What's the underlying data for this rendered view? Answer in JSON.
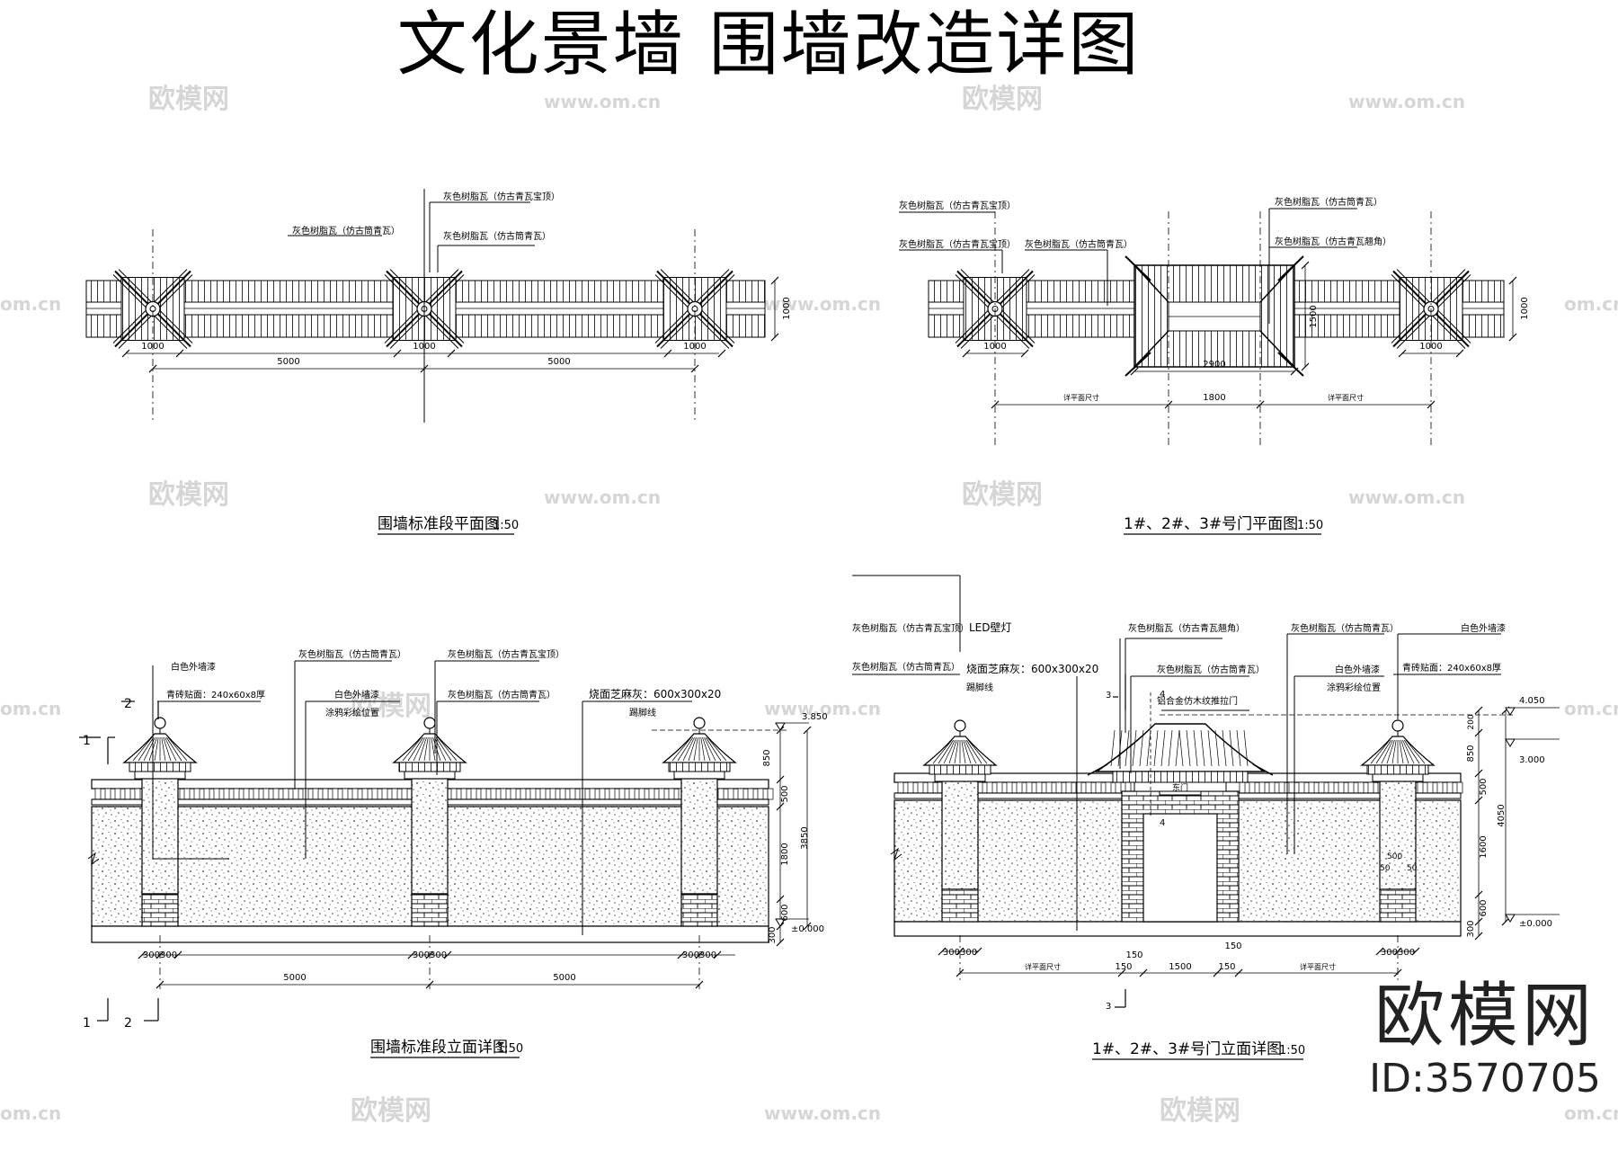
{
  "title": "文化景墙  围墙改造详图",
  "watermarks": {
    "brand": "欧模网",
    "url": "www.om.cn",
    "url_short": "om.cn"
  },
  "brand": {
    "name": "欧模网",
    "id": "ID:3570705"
  },
  "plan_standard": {
    "caption": "围墙标准段平面图",
    "scale": "1:50",
    "labels": {
      "top": "灰色树脂瓦（仿古青瓦宝顶）",
      "mid_left": "灰色树脂瓦（仿古筒青瓦）",
      "mid_right": "灰色树脂瓦（仿古筒青瓦）"
    },
    "dims": {
      "post": "1000",
      "span": "5000",
      "depth": "1000"
    }
  },
  "plan_gate": {
    "caption": "1#、2#、3#号门平面图",
    "scale": "1:50",
    "labels": {
      "tl1": "灰色树脂瓦（仿古青瓦宝顶）",
      "tl2": "灰色树脂瓦（仿古青瓦宝顶）",
      "tl3": "灰色树脂瓦（仿古筒青瓦）",
      "tr1": "灰色树脂瓦（仿古筒青瓦）",
      "tr2": "灰色树脂瓦（仿古青瓦翘角）"
    },
    "dims": {
      "post": "1000",
      "gate": "2900",
      "gate_depth": "1500",
      "depth": "1000",
      "opening": "1800",
      "side": "详平面尺寸"
    }
  },
  "elev_standard": {
    "caption": "围墙标准段立面详图",
    "scale": "1:50",
    "labels": {
      "white_paint": "白色外墙漆",
      "brick": "青砖贴面：240x60x8厚",
      "tile1": "灰色树脂瓦（仿古筒青瓦）",
      "tile2": "灰色树脂瓦（仿古青瓦宝顶）",
      "tile3": "灰色树脂瓦（仿古筒青瓦）",
      "paint_pos1": "白色外墙漆",
      "paint_pos2": "涂鸦彩绘位置",
      "stone": "烧面芝麻灰：600x300x20",
      "skirting": "踢脚线"
    },
    "dims": {
      "h1": "850",
      "h2": "500",
      "h3": "1800",
      "h4": "600",
      "h5": "300",
      "total": "3850",
      "lvl_top": "3.850",
      "lvl_base": "±0.000",
      "post": "300300",
      "span": "5000"
    },
    "section_marks": [
      "1",
      "2"
    ]
  },
  "elev_gate": {
    "caption": "1#、2#、3#号门立面详图",
    "scale": "1:50",
    "labels": {
      "l1": "灰色树脂瓦（仿古青瓦宝顶）",
      "l2": "灰色树脂瓦（仿古筒青瓦）",
      "led": "LED壁灯",
      "stone": "烧面芝麻灰：600x300x20",
      "skirting": "踢脚线",
      "c1": "灰色树脂瓦（仿古青瓦翘角）",
      "c2": "灰色树脂瓦（仿古筒青瓦）",
      "door": "铝合金仿木纹推拉门",
      "r1": "灰色树脂瓦（仿古筒青瓦）",
      "r2": "白色外墙漆",
      "r3": "涂鸦彩绘位置",
      "white": "白色外墙漆",
      "brick": "青砖贴面：240x60x8厚",
      "plaque": "东门"
    },
    "dims": {
      "h0": "200",
      "h1": "850",
      "h2": "500",
      "h3": "1600",
      "h4": "600",
      "h5": "300",
      "total": "4050",
      "lvl_top": "4.050",
      "lvl_mid": "3.000",
      "lvl_base": "±0.000",
      "post": "300300",
      "door": "1500",
      "jamb": "150",
      "side": "详平面尺寸",
      "m500": "500",
      "m50a": "50",
      "m50b": "50"
    },
    "section_marks": [
      "3",
      "4"
    ]
  }
}
